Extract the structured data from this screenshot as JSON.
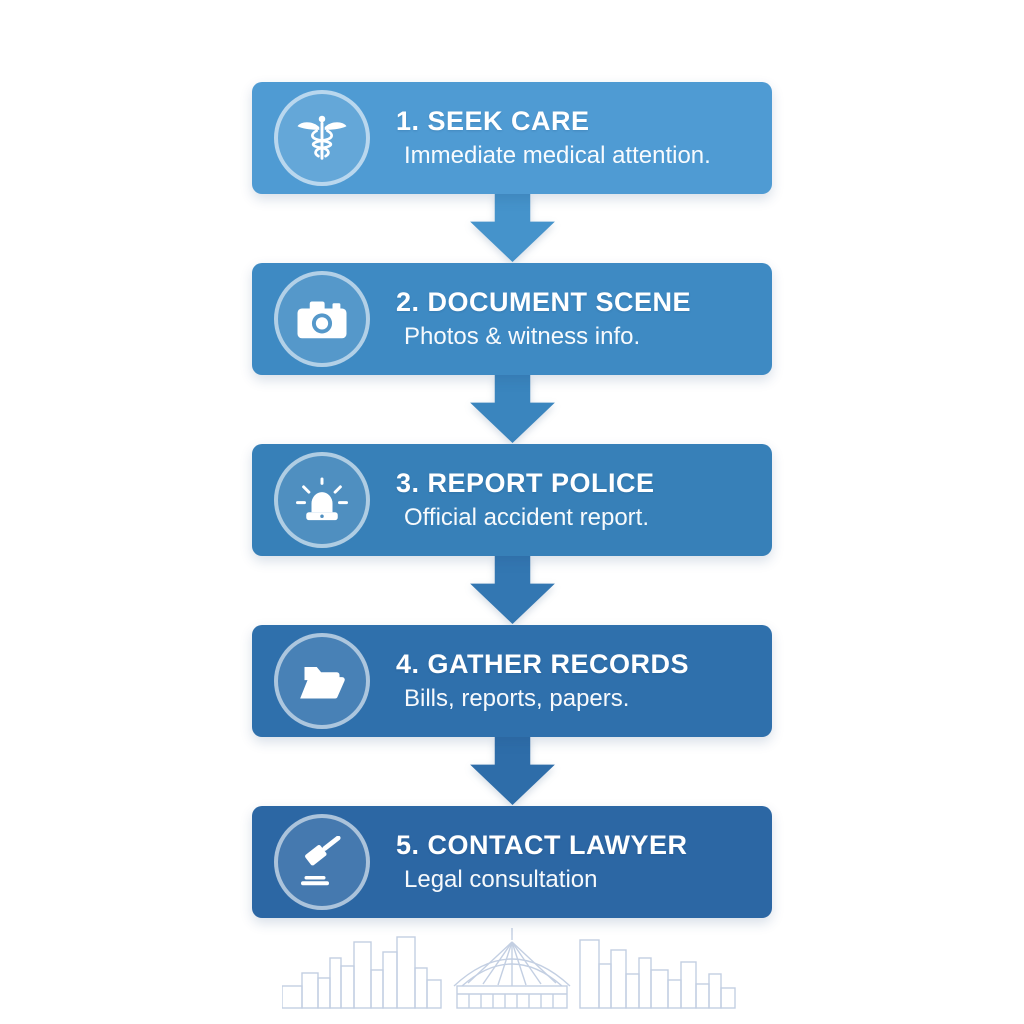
{
  "steps": [
    {
      "title": "1. SEEK CARE",
      "subtitle": "Immediate medical attention.",
      "icon": "caduceus-icon",
      "color": "#4f9bd3"
    },
    {
      "title": "2. DOCUMENT SCENE",
      "subtitle": "Photos & witness info.",
      "icon": "camera-icon",
      "color": "#3e8ac3"
    },
    {
      "title": "3. REPORT POLICE",
      "subtitle": "Official accident report.",
      "icon": "siren-icon",
      "color": "#3780b8"
    },
    {
      "title": "4. GATHER RECORDS",
      "subtitle": "Bills, reports, papers.",
      "icon": "folder-icon",
      "color": "#2f70ac"
    },
    {
      "title": "5. CONTACT LAWYER",
      "subtitle": "Legal consultation",
      "icon": "gavel-icon",
      "color": "#2c67a4"
    }
  ],
  "arrows": {
    "colors": [
      "#4593cb",
      "#3a85be",
      "#3377b2",
      "#2e6da9"
    ]
  },
  "icon_color": "#ffffff",
  "page_background": "#ffffff",
  "skyline": {
    "color": "#b9c7de"
  }
}
